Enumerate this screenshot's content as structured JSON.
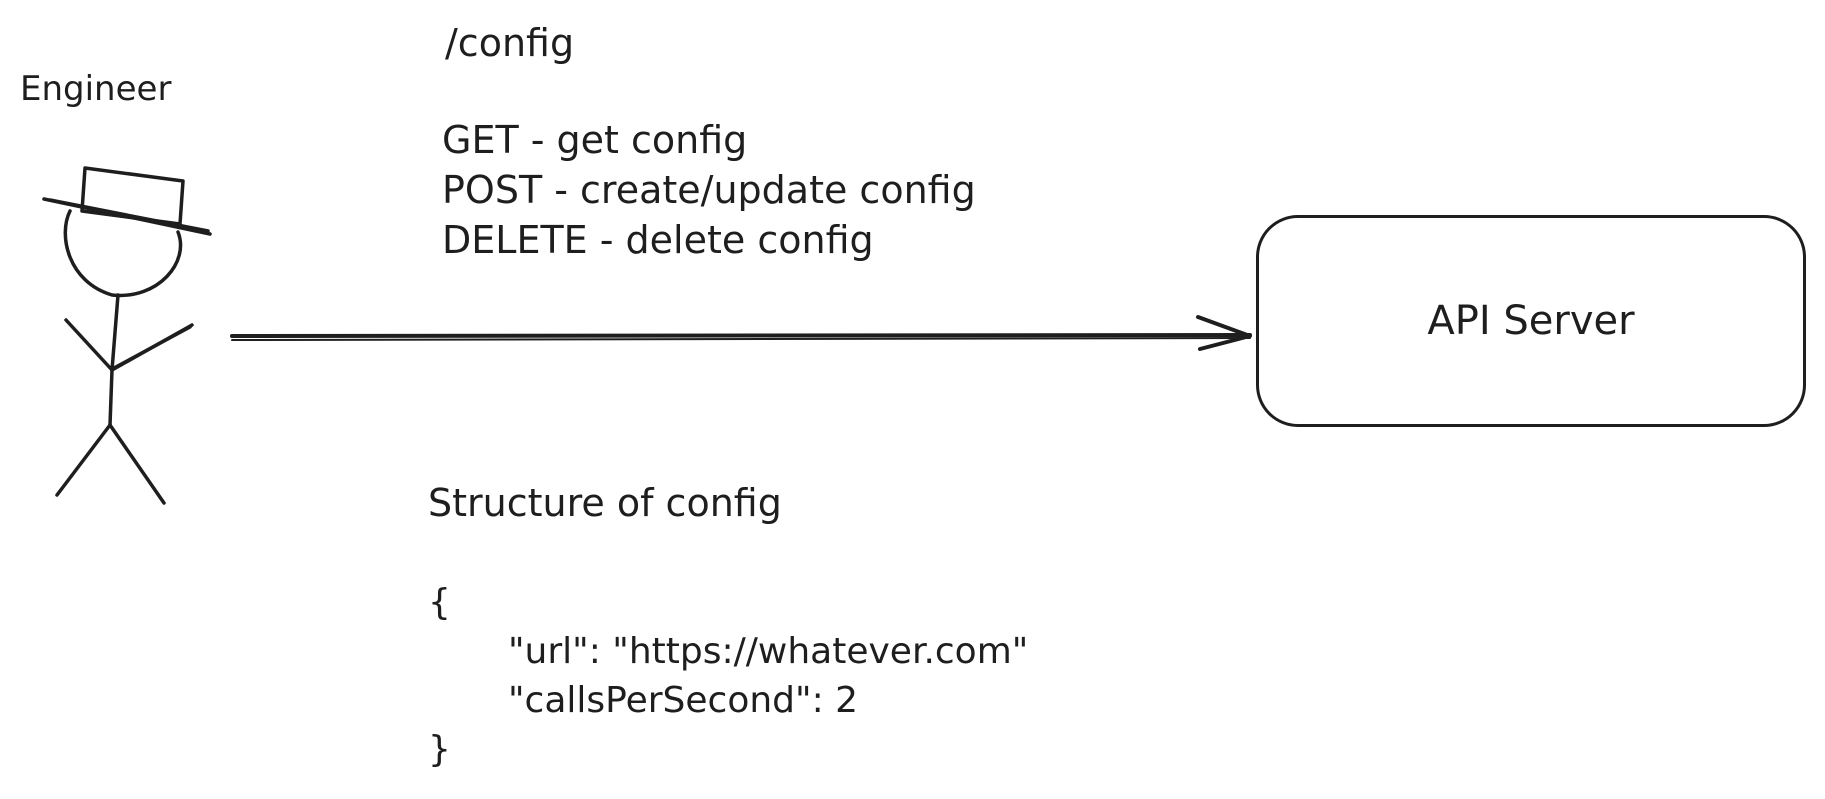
{
  "actor": {
    "label": "Engineer"
  },
  "endpoint": {
    "path": "/config",
    "methods": [
      "GET - get config",
      "POST - create/update config",
      "DELETE - delete config"
    ]
  },
  "server": {
    "label": "API Server"
  },
  "config_structure": {
    "title": "Structure of config",
    "open_brace": "{",
    "fields": [
      "\"url\": \"https://whatever.com\"",
      "\"callsPerSecond\": 2"
    ],
    "close_brace": "}"
  },
  "colors": {
    "stroke": "#1e1e1e",
    "background": "#ffffff"
  }
}
